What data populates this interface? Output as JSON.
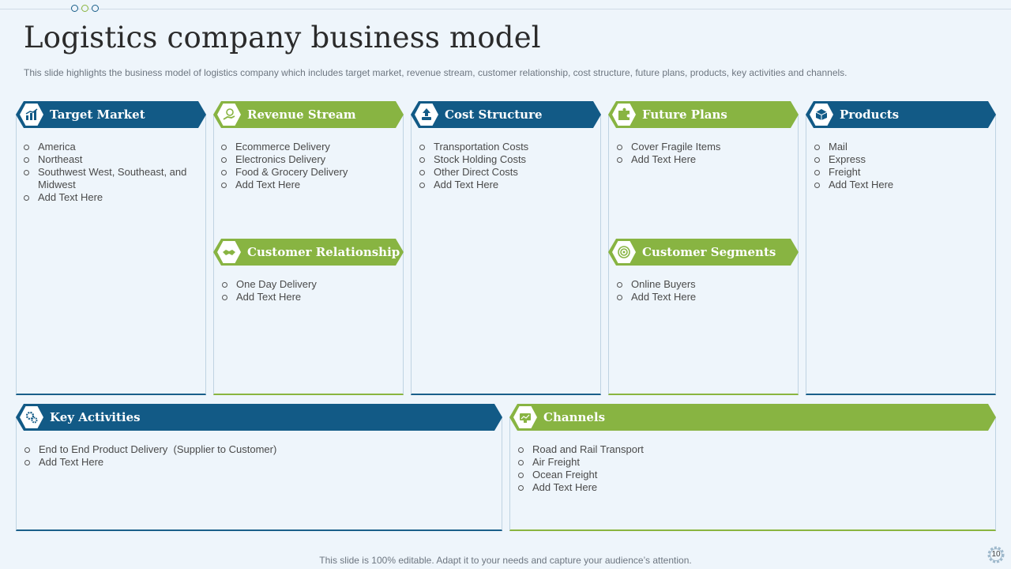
{
  "slide": {
    "title": "Logistics company business model",
    "subtitle": "This slide highlights the business model of logistics company which includes target market, revenue stream, customer relationship, cost structure, future plans, products, key activities and channels.",
    "footer": "This slide is 100% editable. Adapt it to your needs and capture your audience’s attention.",
    "page_number": "10"
  },
  "colors": {
    "blue": "#125a86",
    "green": "#88b442",
    "background": "#eef5fb"
  },
  "sections": {
    "target_market": {
      "title": "Target Market",
      "icon": "chart-icon",
      "items": [
        "America",
        "Northeast",
        "Southwest West, Southeast, and Midwest",
        "Add Text Here"
      ]
    },
    "revenue_stream": {
      "title": "Revenue Stream",
      "icon": "money-hand-icon",
      "items": [
        "Ecommerce Delivery",
        "Electronics Delivery",
        "Food & Grocery Delivery",
        "Add Text Here"
      ]
    },
    "customer_relationship": {
      "title": "Customer Relationship",
      "icon": "handshake-icon",
      "items": [
        "One Day Delivery",
        "Add Text Here"
      ]
    },
    "cost_structure": {
      "title": "Cost Structure",
      "icon": "cost-up-icon",
      "items": [
        "Transportation Costs",
        "Stock Holding Costs",
        "Other Direct Costs",
        "Add Text Here"
      ]
    },
    "future_plans": {
      "title": "Future Plans",
      "icon": "puzzle-icon",
      "items": [
        "Cover Fragile Items",
        "Add Text Here"
      ]
    },
    "customer_segments": {
      "title": "Customer Segments",
      "icon": "target-icon",
      "items": [
        "Online Buyers",
        "Add Text Here"
      ]
    },
    "products": {
      "title": "Products",
      "icon": "box-icon",
      "items": [
        "Mail",
        "Express",
        "Freight",
        "Add Text Here"
      ]
    },
    "key_activities": {
      "title": "Key Activities",
      "icon": "gears-icon",
      "items": [
        "End to End Product Delivery  (Supplier to Customer)",
        "Add Text Here"
      ]
    },
    "channels": {
      "title": "Channels",
      "icon": "screen-icon",
      "items": [
        "Road and Rail Transport",
        "Air Freight",
        "Ocean Freight",
        "Add Text Here"
      ]
    }
  }
}
